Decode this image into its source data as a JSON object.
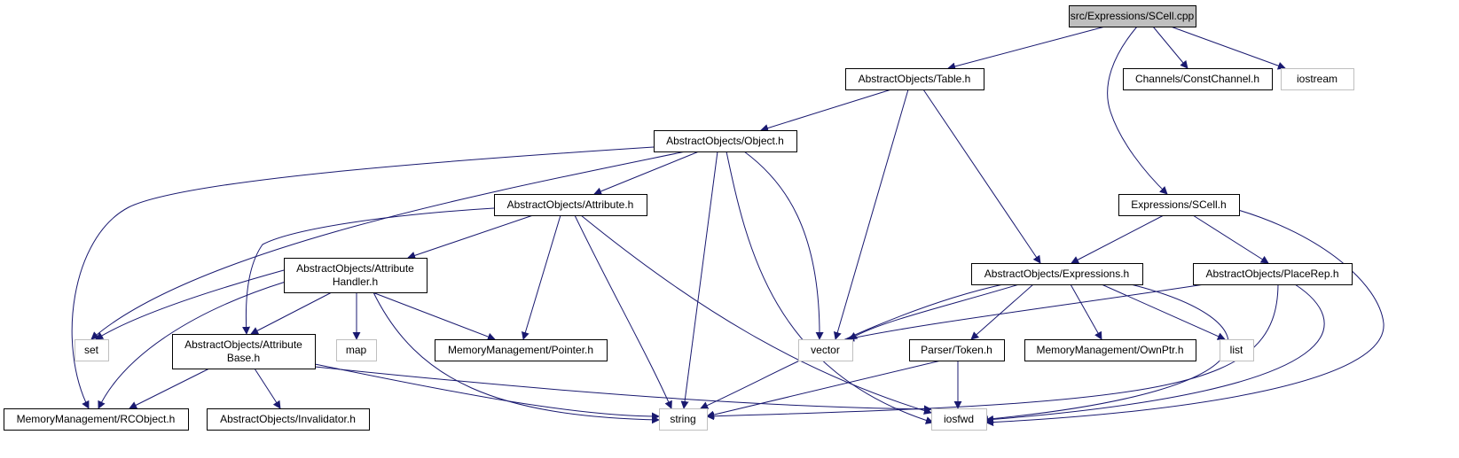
{
  "diagram": {
    "type": "include-dependency-graph",
    "colors": {
      "edge": "#191970",
      "node_border": "#000000",
      "external_border": "#bfbfbf",
      "root_fill": "#bfbfbf",
      "node_fill": "#ffffff",
      "text": "#000000"
    },
    "nodes": [
      {
        "id": "scell_cpp",
        "lines": [
          "src/Expressions/SCell.cpp"
        ],
        "kind": "root"
      },
      {
        "id": "table_h",
        "lines": [
          "AbstractObjects/Table.h"
        ],
        "kind": "file"
      },
      {
        "id": "constchannel_h",
        "lines": [
          "Channels/ConstChannel.h"
        ],
        "kind": "file"
      },
      {
        "id": "iostream",
        "lines": [
          "iostream"
        ],
        "kind": "external"
      },
      {
        "id": "object_h",
        "lines": [
          "AbstractObjects/Object.h"
        ],
        "kind": "file"
      },
      {
        "id": "scell_h",
        "lines": [
          "Expressions/SCell.h"
        ],
        "kind": "file"
      },
      {
        "id": "attribute_h",
        "lines": [
          "AbstractObjects/Attribute.h"
        ],
        "kind": "file"
      },
      {
        "id": "attrhandler_h",
        "lines": [
          "AbstractObjects/Attribute",
          "Handler.h"
        ],
        "kind": "file"
      },
      {
        "id": "expressions_h",
        "lines": [
          "AbstractObjects/Expressions.h"
        ],
        "kind": "file"
      },
      {
        "id": "placerep_h",
        "lines": [
          "AbstractObjects/PlaceRep.h"
        ],
        "kind": "file"
      },
      {
        "id": "set",
        "lines": [
          "set"
        ],
        "kind": "external"
      },
      {
        "id": "attrbase_h",
        "lines": [
          "AbstractObjects/Attribute",
          "Base.h"
        ],
        "kind": "file"
      },
      {
        "id": "map",
        "lines": [
          "map"
        ],
        "kind": "external"
      },
      {
        "id": "pointer_h",
        "lines": [
          "MemoryManagement/Pointer.h"
        ],
        "kind": "file"
      },
      {
        "id": "vector",
        "lines": [
          "vector"
        ],
        "kind": "external"
      },
      {
        "id": "token_h",
        "lines": [
          "Parser/Token.h"
        ],
        "kind": "file"
      },
      {
        "id": "ownptr_h",
        "lines": [
          "MemoryManagement/OwnPtr.h"
        ],
        "kind": "file"
      },
      {
        "id": "list",
        "lines": [
          "list"
        ],
        "kind": "external"
      },
      {
        "id": "rcobject_h",
        "lines": [
          "MemoryManagement/RCObject.h"
        ],
        "kind": "file"
      },
      {
        "id": "invalidator_h",
        "lines": [
          "AbstractObjects/Invalidator.h"
        ],
        "kind": "file"
      },
      {
        "id": "string",
        "lines": [
          "string"
        ],
        "kind": "external"
      },
      {
        "id": "iosfwd",
        "lines": [
          "iosfwd"
        ],
        "kind": "external"
      }
    ],
    "edges": [
      {
        "from": "scell_cpp",
        "to": "table_h"
      },
      {
        "from": "scell_cpp",
        "to": "constchannel_h"
      },
      {
        "from": "scell_cpp",
        "to": "iostream"
      },
      {
        "from": "scell_cpp",
        "to": "scell_h"
      },
      {
        "from": "table_h",
        "to": "object_h"
      },
      {
        "from": "table_h",
        "to": "vector"
      },
      {
        "from": "table_h",
        "to": "expressions_h"
      },
      {
        "from": "object_h",
        "to": "rcobject_h"
      },
      {
        "from": "object_h",
        "to": "set"
      },
      {
        "from": "object_h",
        "to": "attribute_h"
      },
      {
        "from": "object_h",
        "to": "string"
      },
      {
        "from": "object_h",
        "to": "vector"
      },
      {
        "from": "object_h",
        "to": "iosfwd"
      },
      {
        "from": "attribute_h",
        "to": "attrbase_h"
      },
      {
        "from": "attribute_h",
        "to": "attrhandler_h"
      },
      {
        "from": "attribute_h",
        "to": "pointer_h"
      },
      {
        "from": "attribute_h",
        "to": "string"
      },
      {
        "from": "attribute_h",
        "to": "iosfwd"
      },
      {
        "from": "attrhandler_h",
        "to": "set"
      },
      {
        "from": "attrhandler_h",
        "to": "rcobject_h"
      },
      {
        "from": "attrhandler_h",
        "to": "attrbase_h"
      },
      {
        "from": "attrhandler_h",
        "to": "map"
      },
      {
        "from": "attrhandler_h",
        "to": "pointer_h"
      },
      {
        "from": "attrhandler_h",
        "to": "string"
      },
      {
        "from": "attrbase_h",
        "to": "rcobject_h"
      },
      {
        "from": "attrbase_h",
        "to": "invalidator_h"
      },
      {
        "from": "attrbase_h",
        "to": "string"
      },
      {
        "from": "attrbase_h",
        "to": "iosfwd"
      },
      {
        "from": "scell_h",
        "to": "expressions_h"
      },
      {
        "from": "scell_h",
        "to": "placerep_h"
      },
      {
        "from": "scell_h",
        "to": "iosfwd"
      },
      {
        "from": "expressions_h",
        "to": "vector"
      },
      {
        "from": "expressions_h",
        "to": "string"
      },
      {
        "from": "expressions_h",
        "to": "token_h"
      },
      {
        "from": "expressions_h",
        "to": "ownptr_h"
      },
      {
        "from": "expressions_h",
        "to": "list"
      },
      {
        "from": "expressions_h",
        "to": "iosfwd"
      },
      {
        "from": "placerep_h",
        "to": "vector"
      },
      {
        "from": "placerep_h",
        "to": "string"
      },
      {
        "from": "placerep_h",
        "to": "iosfwd"
      },
      {
        "from": "token_h",
        "to": "string"
      },
      {
        "from": "token_h",
        "to": "iosfwd"
      }
    ]
  }
}
